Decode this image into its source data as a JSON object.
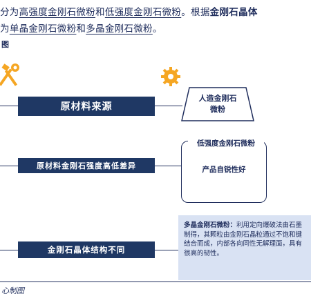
{
  "intro": {
    "line1_a": "分为",
    "line1_b": "高强度金刚石微粉",
    "line1_c": "和",
    "line1_d": "低强度金刚石微粉",
    "line1_e": "。根据",
    "line1_f": "金刚石晶体",
    "line2_a": "为",
    "line2_b": "单晶金刚石微粉",
    "line2_c": "和",
    "line2_d": "多晶金刚石微粉",
    "line2_e": "。"
  },
  "figure_label": "图",
  "rows": [
    {
      "label": "原材料来源"
    },
    {
      "label": "原材料金刚石强度高低差异"
    },
    {
      "label": "金刚石晶体结构不同"
    }
  ],
  "trapezoid": {
    "line1": "人造金刚石",
    "line2": "微粉"
  },
  "rounded_box": {
    "tab": "低强度金刚石微粉",
    "text": "产品自锐性好"
  },
  "poly_box": {
    "title": "多晶金刚石微粉：",
    "body": "利用定向爆破法由石墨制得，其颗粒由金刚石晶粒通过不饱和键结合而成，内部各向同性无解理面，具有很高的韧性。"
  },
  "icons": {
    "left": "hammer-wrench-icon",
    "right": "gear-icon"
  },
  "colors": {
    "navy": "#1f3864",
    "orange": "#f5a623",
    "light_blue": "#d9e2f3"
  },
  "source": "心制图"
}
